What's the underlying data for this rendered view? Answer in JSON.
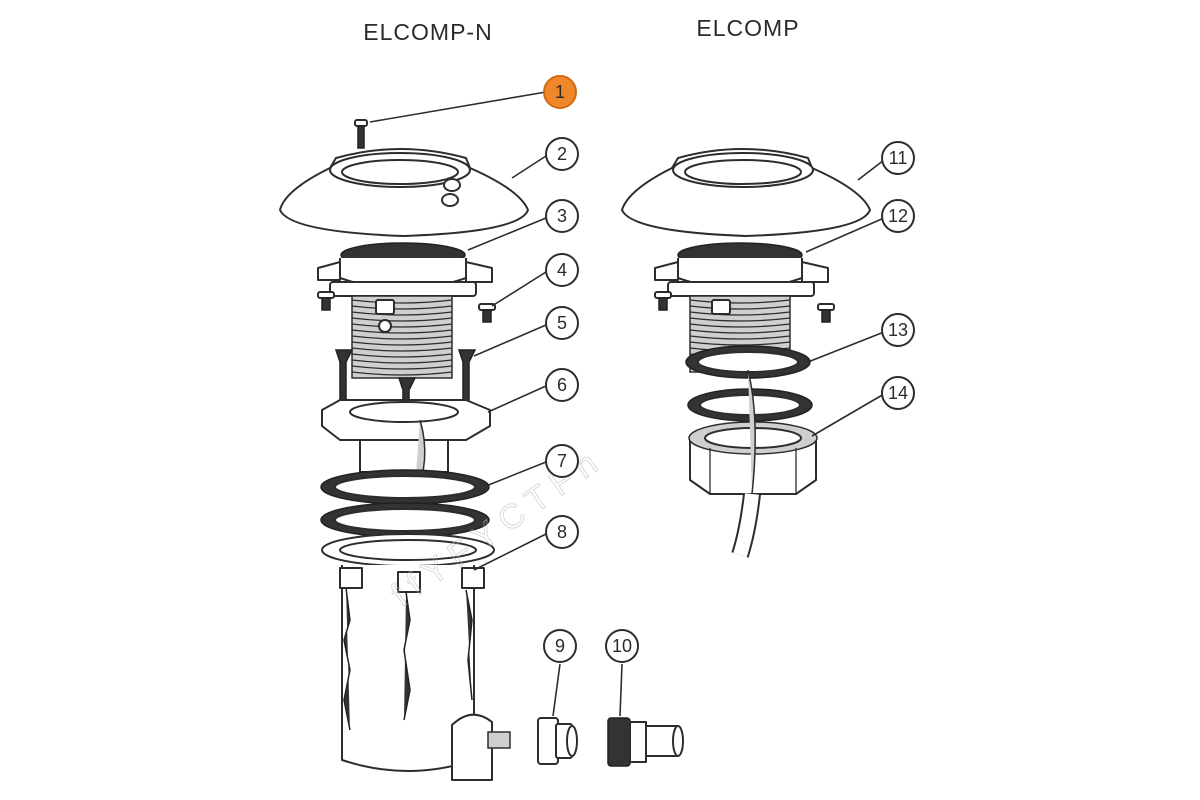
{
  "diagram": {
    "title_left": "ELCOMP-N",
    "title_right": "ELCOMP",
    "callouts": [
      {
        "number": "1",
        "active": true
      },
      {
        "number": "2"
      },
      {
        "number": "3"
      },
      {
        "number": "4"
      },
      {
        "number": "5"
      },
      {
        "number": "6"
      },
      {
        "number": "7"
      },
      {
        "number": "8"
      },
      {
        "number": "9"
      },
      {
        "number": "10"
      },
      {
        "number": "11"
      },
      {
        "number": "12"
      },
      {
        "number": "13"
      },
      {
        "number": "14"
      }
    ],
    "highlight_color": "#f0882b"
  }
}
